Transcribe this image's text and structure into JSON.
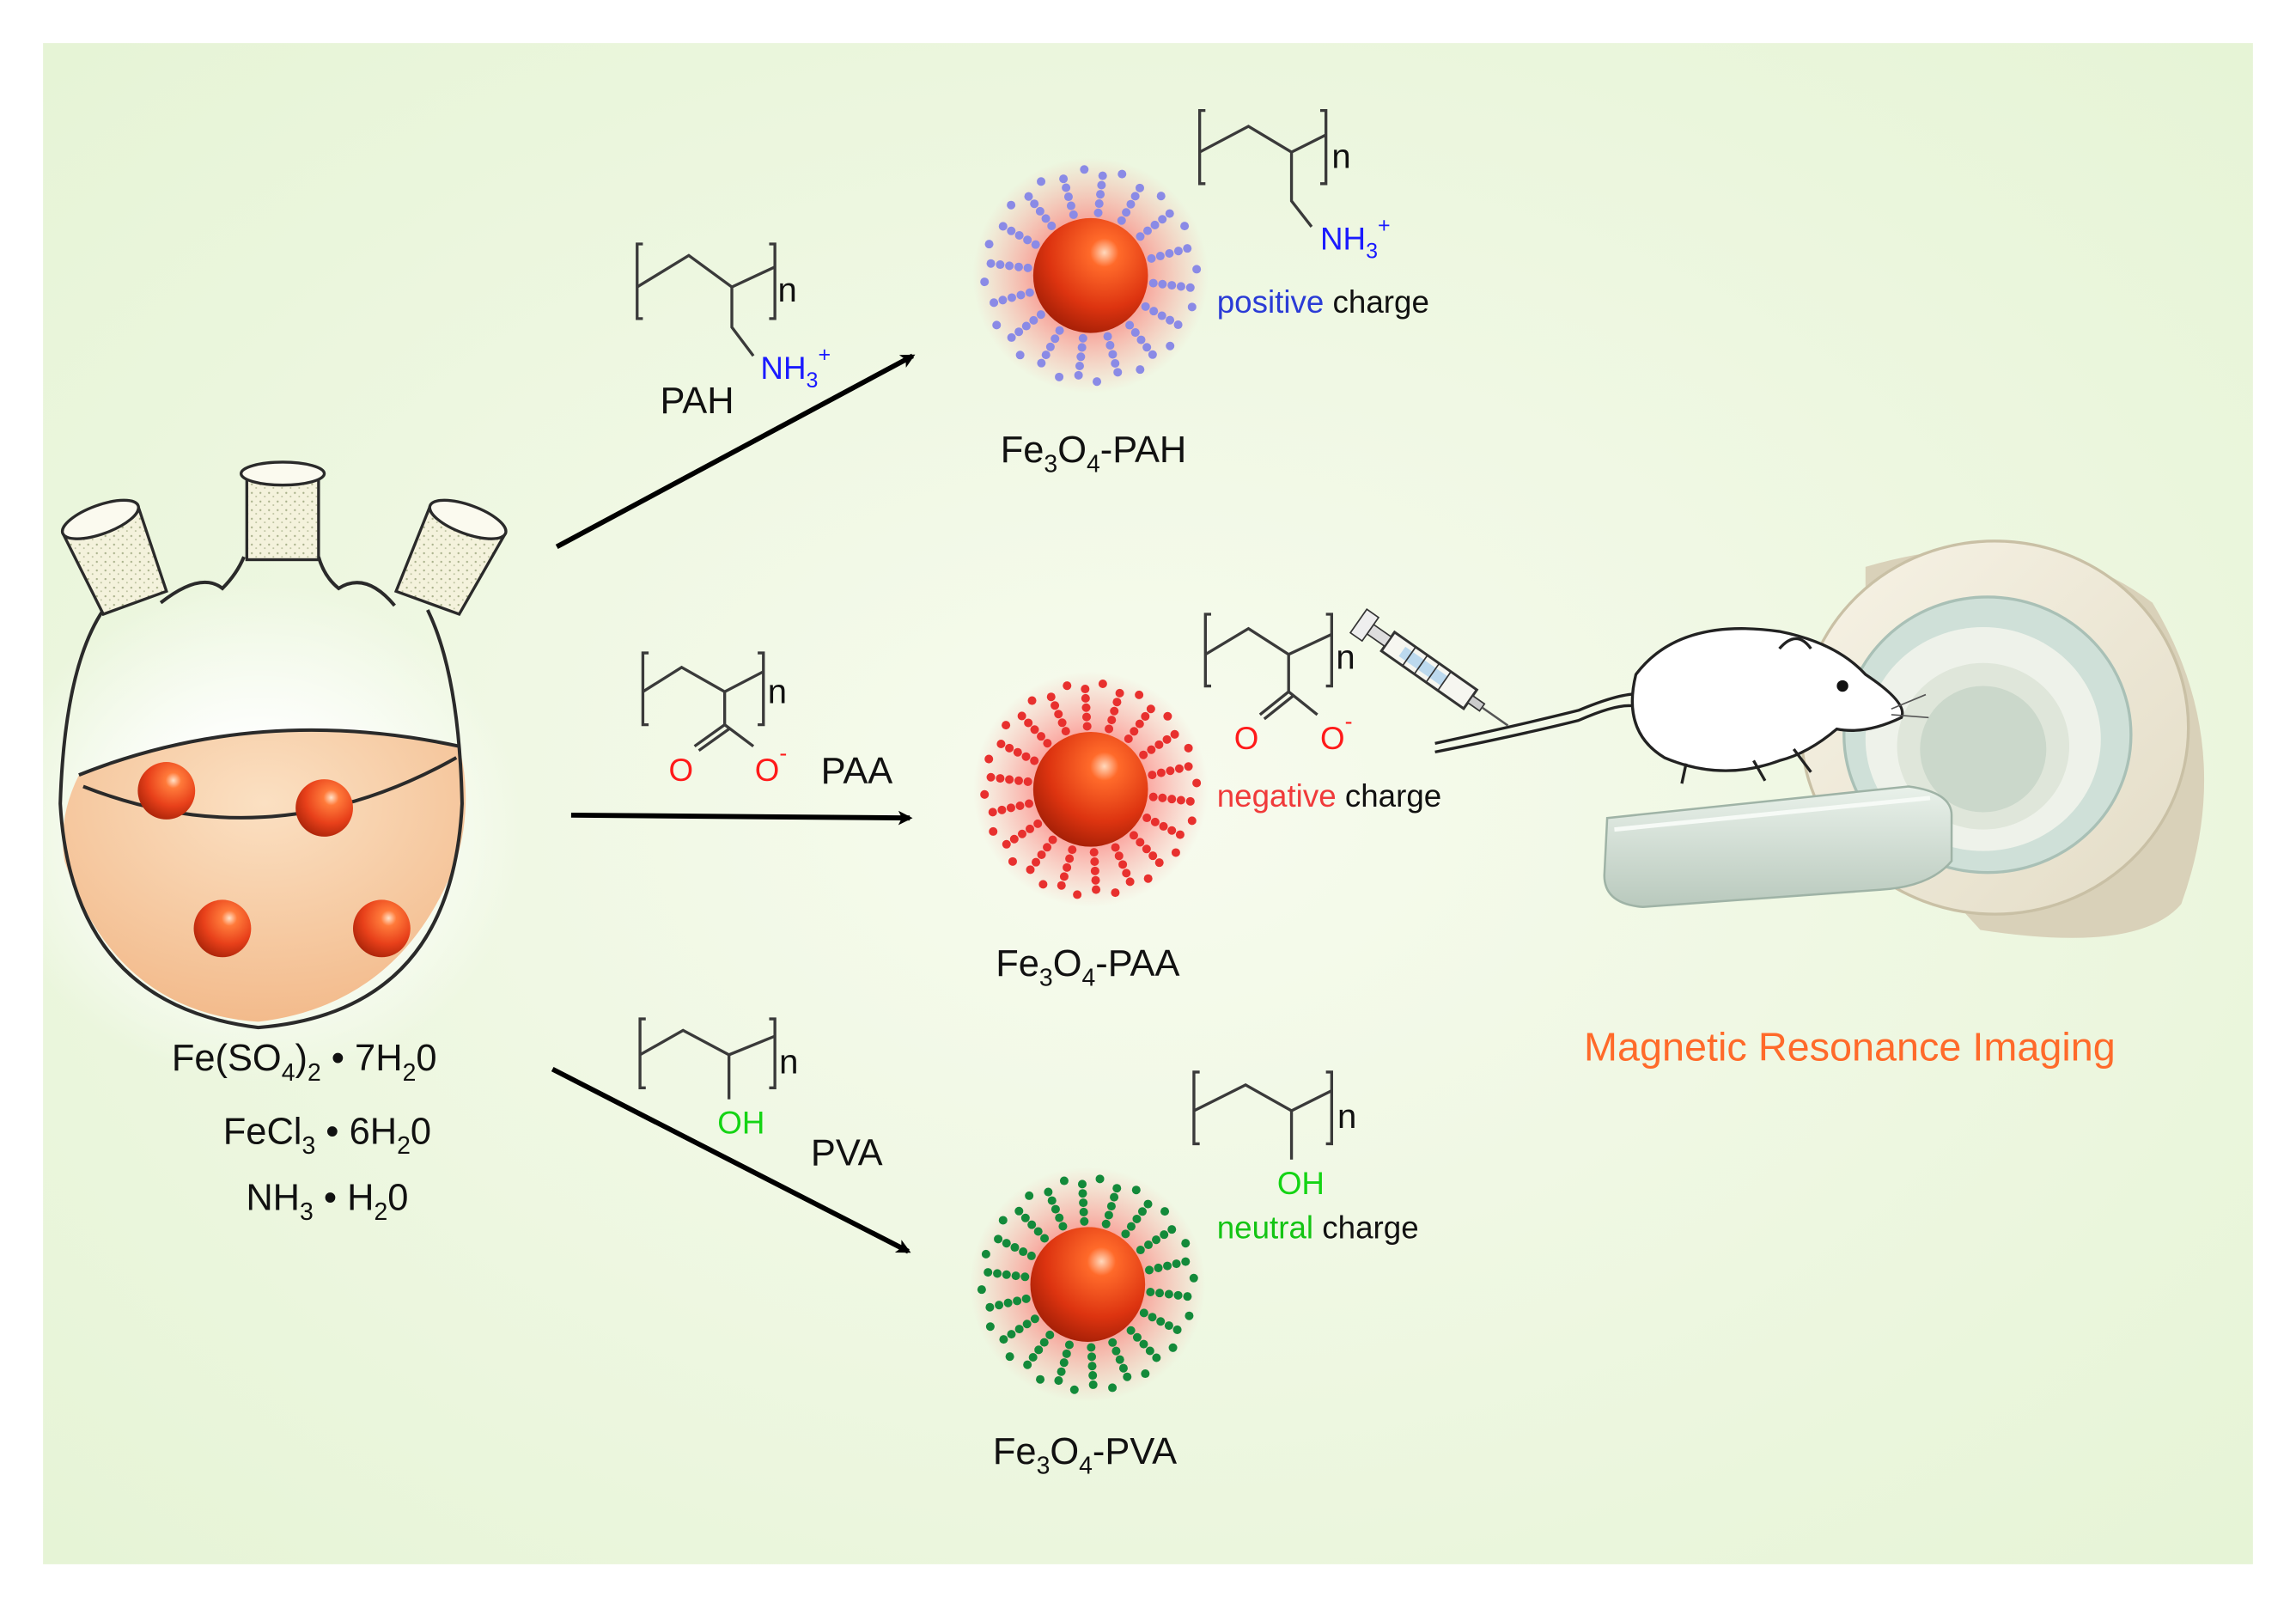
{
  "reagents": {
    "line1": {
      "pre": "Fe(SO",
      "s1": "4",
      "mid": ")",
      "s2": "2",
      "post": " • 7H",
      "s3": "2",
      "end": "0"
    },
    "line2": {
      "pre": "FeCl",
      "s1": "3",
      "post": " • 6H",
      "s2": "2",
      "end": "0"
    },
    "line3": {
      "pre": "NH",
      "s1": "3",
      "post": " • H",
      "s2": "2",
      "end": "0"
    }
  },
  "polymers": {
    "pah": {
      "abbr": "PAH",
      "group": "NH",
      "sub": "3",
      "sup": "+",
      "n": "n",
      "color": "#1a1aff"
    },
    "paa": {
      "abbr": "PAA",
      "o1": "O",
      "o2": "O",
      "sup": "-",
      "n": "n",
      "color": "#ff1a1a"
    },
    "pva": {
      "abbr": "PVA",
      "group": "OH",
      "n": "n",
      "color": "#14d414"
    }
  },
  "products": {
    "pah": {
      "fe": "Fe",
      "s1": "3",
      "o": "O",
      "s2": "4",
      "suffix": "-PAH",
      "charge_word": "positive",
      "charge_rest": " charge",
      "color": "#2a3bd6",
      "chain_color": "#8a8ae6"
    },
    "paa": {
      "fe": "Fe",
      "s1": "3",
      "o": "O",
      "s2": "4",
      "suffix": "-PAA",
      "charge_word": "negative",
      "charge_rest": " charge",
      "color": "#f03a3a",
      "chain_color": "#e8302e"
    },
    "pva": {
      "fe": "Fe",
      "s1": "3",
      "o": "O",
      "s2": "4",
      "suffix": "-PVA",
      "charge_word": "neutral",
      "charge_rest": " charge",
      "color": "#14c414",
      "chain_color": "#138a3a"
    }
  },
  "mri": {
    "title": "Magnetic Resonance Imaging",
    "color": "#ff6a2a"
  },
  "colors": {
    "background": "#eaf6dc",
    "nanoparticle": "#e8401a",
    "solution": "#f6c99a"
  }
}
